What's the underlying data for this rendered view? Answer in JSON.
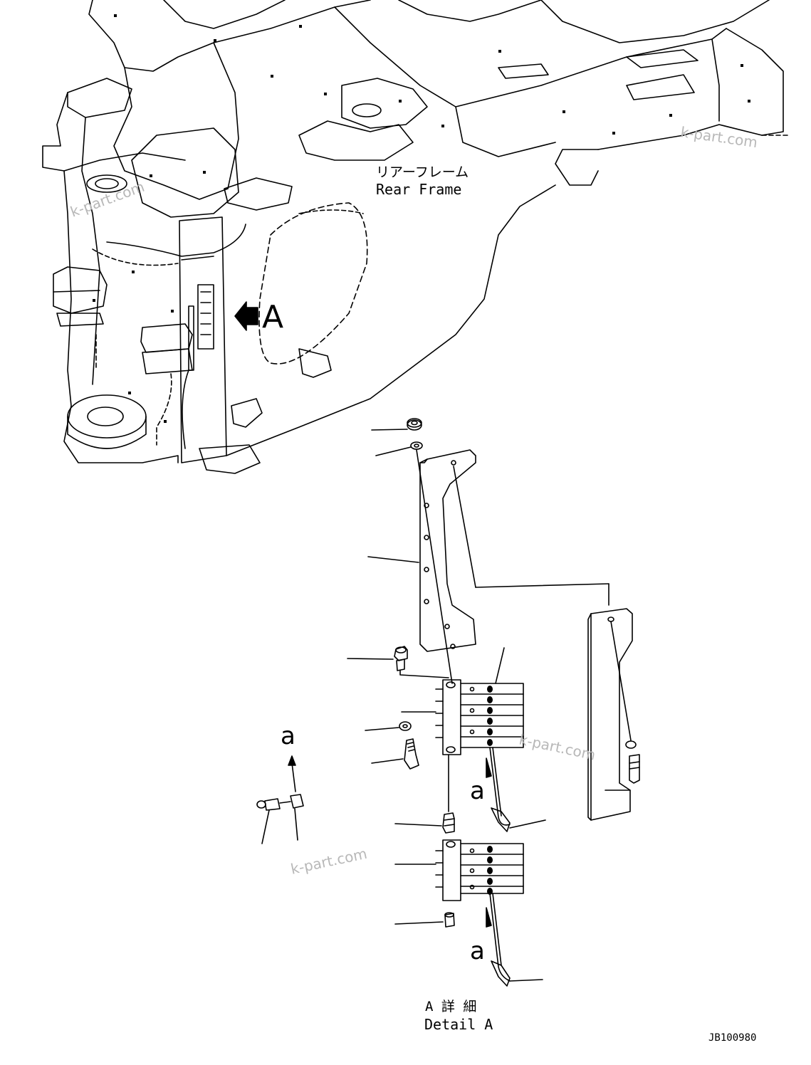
{
  "labels": {
    "rear_frame_jp": "リアーフレーム",
    "rear_frame_en": "Rear Frame",
    "view_arrow": "A",
    "detail_jp": "A 詳 細",
    "detail_en": "Detail A",
    "drawing_no": "JB100980",
    "callout_a": "a"
  },
  "watermarks": [
    "k-part.com",
    "k-part.com",
    "k-part.com",
    "k-part.com"
  ]
}
